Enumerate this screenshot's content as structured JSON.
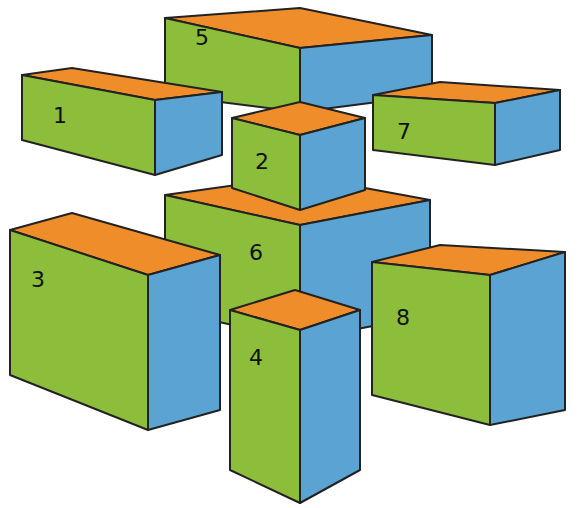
{
  "diagram": {
    "nodes": [
      {
        "text": [
          "5"
        ]
      },
      {
        "text": [
          "1"
        ]
      },
      {
        "text": [
          "7"
        ]
      },
      {
        "text": [
          "2"
        ]
      },
      {
        "text": [
          "6"
        ]
      },
      {
        "text": [
          "3"
        ]
      },
      {
        "text": [
          "8"
        ]
      },
      {
        "text": [
          "4"
        ]
      }
    ]
  }
}
